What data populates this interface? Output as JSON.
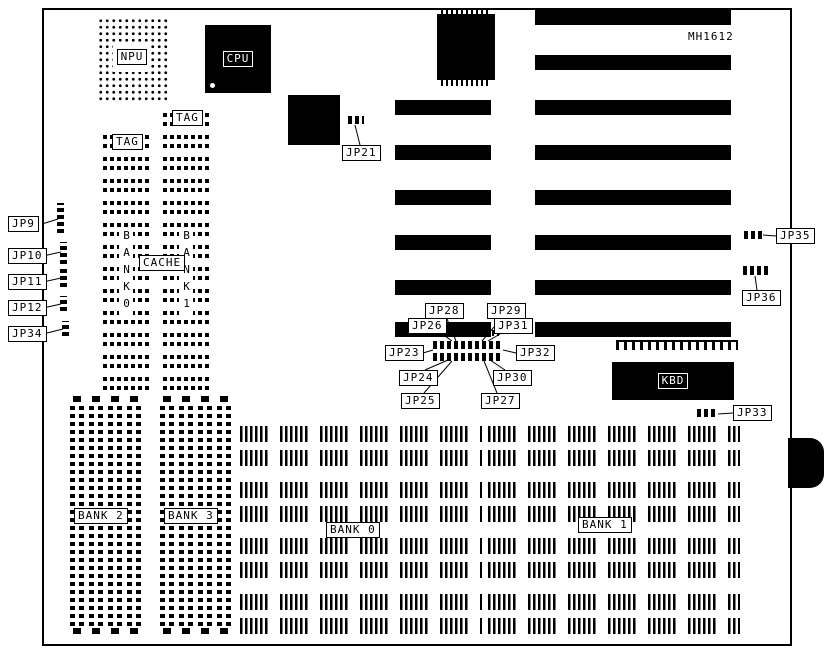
{
  "board": {
    "model": "MH1612"
  },
  "colors": {
    "ink": "#000000",
    "background": "#ffffff"
  },
  "chips": {
    "npu": "NPU",
    "cpu": "CPU",
    "cache": "CACHE",
    "tag_left": "TAG",
    "tag_right": "TAG",
    "cache_bank0_vertical": "BANK0",
    "cache_bank1_vertical": "BANK1",
    "kbd": "KBD"
  },
  "jumpers": {
    "jp9": "JP9",
    "jp10": "JP10",
    "jp11": "JP11",
    "jp12": "JP12",
    "jp34": "JP34",
    "jp21": "JP21",
    "jp35": "JP35",
    "jp36": "JP36",
    "jp33": "JP33",
    "jp23": "JP23",
    "jp24": "JP24",
    "jp25": "JP25",
    "jp26": "JP26",
    "jp27": "JP27",
    "jp28": "JP28",
    "jp29": "JP29",
    "jp30": "JP30",
    "jp31": "JP31",
    "jp32": "JP32"
  },
  "memory": {
    "bank0": "BANK 0",
    "bank1": "BANK 1",
    "bank2": "BANK 2",
    "bank3": "BANK 3"
  }
}
